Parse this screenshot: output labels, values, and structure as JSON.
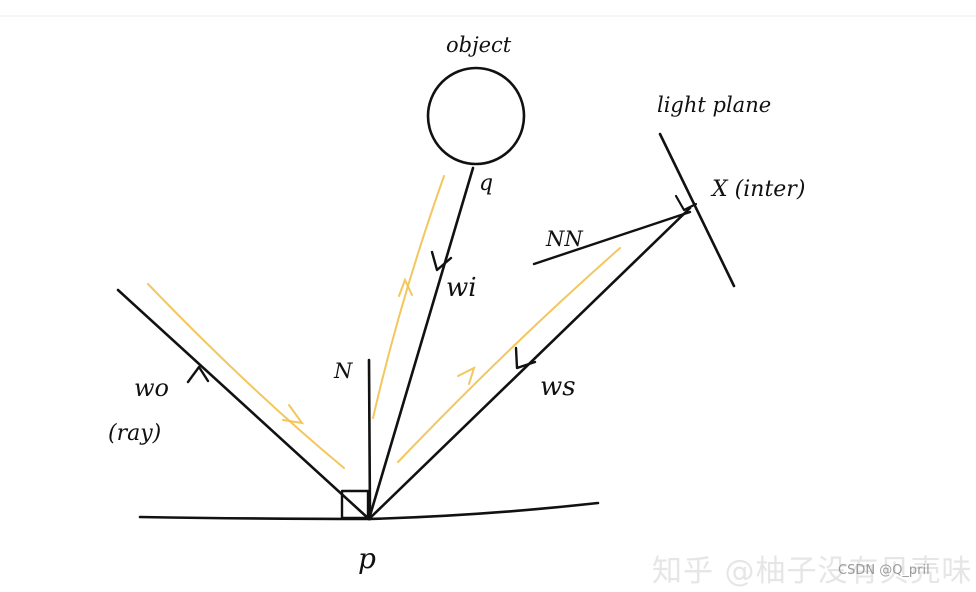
{
  "labels": {
    "object": "object",
    "q": "q",
    "light_plane": "light plane",
    "x_inter": "X (inter)",
    "nn": "NN",
    "wi": "wi",
    "ws": "ws",
    "n": "N",
    "wo": "wo",
    "ray": "(ray)",
    "p": "p"
  },
  "watermarks": {
    "zhihu": "知乎 @柚子没有贝壳味",
    "csdn": "CSDN @Q_pril"
  },
  "colors": {
    "ink": "#111111",
    "highlight": "#f2c14e",
    "background": "#ffffff"
  }
}
